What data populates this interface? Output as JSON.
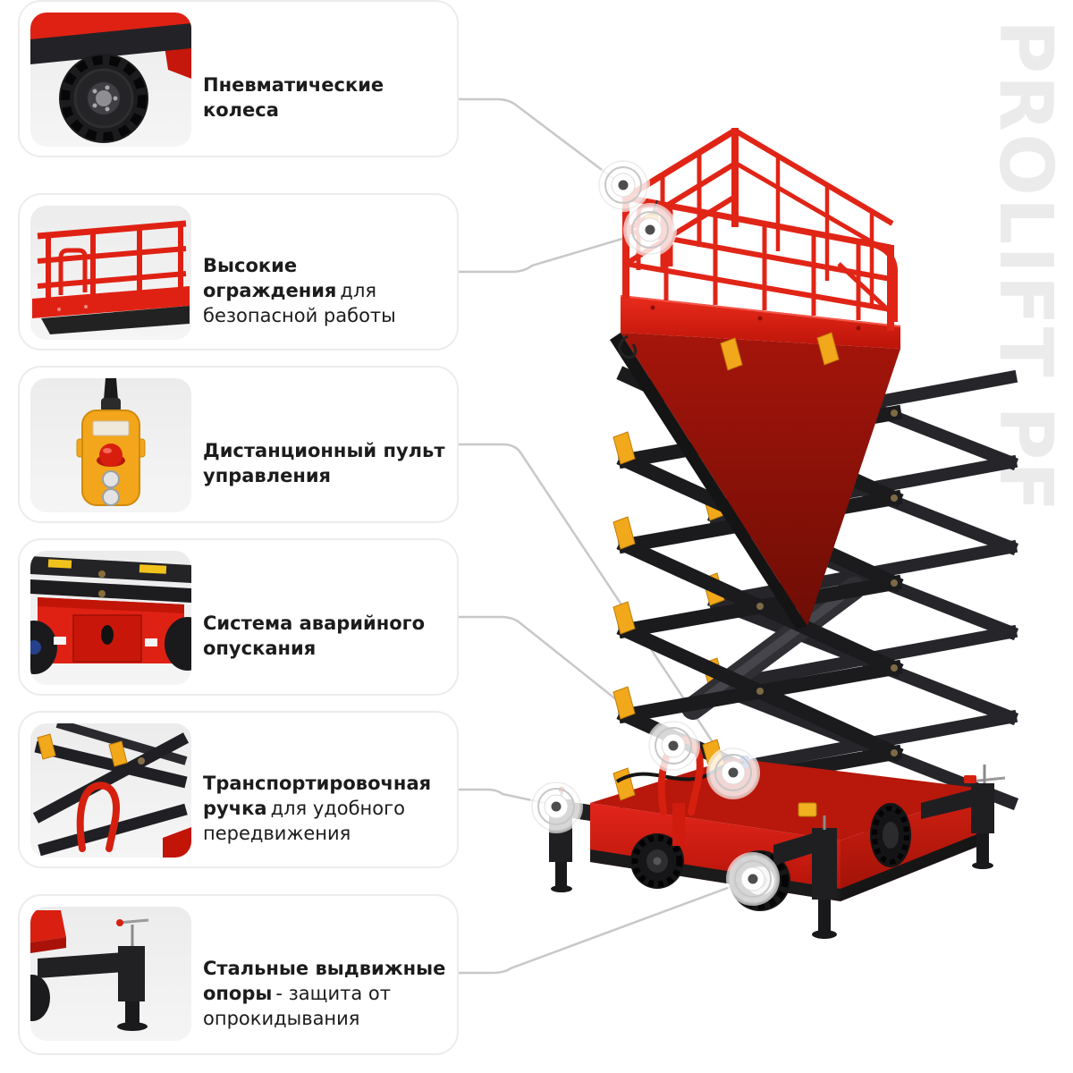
{
  "watermark": "PROLIFT PF",
  "palette": {
    "red": "#e2251b",
    "dark_red": "#a3130a",
    "black": "#1b1b1e",
    "yellow": "#f2a81b",
    "connector_gray": "#c8c8c8",
    "card_border": "#ececec",
    "text": "#1c1c1c",
    "watermark_gray": "#ebebeb"
  },
  "features": [
    {
      "id": "railings",
      "title": "Высокие ограждения",
      "subtitle": "для безопасной работы",
      "icon": "railings-thumb"
    },
    {
      "id": "remote",
      "title": "Дистанционный пульт управления",
      "subtitle": "",
      "icon": "remote-control-thumb"
    },
    {
      "id": "emergency",
      "title": "Система аварийного опускания",
      "subtitle": "",
      "icon": "emergency-lowering-thumb"
    },
    {
      "id": "handle",
      "title": "Транспортировочная ручка",
      "subtitle": "для удобного передвижения",
      "icon": "transport-handle-thumb"
    },
    {
      "id": "outriggers",
      "title": "Стальные выдвижные опоры",
      "subtitle": "- защита от опрокидывания",
      "icon": "outrigger-thumb"
    },
    {
      "id": "wheels",
      "title": "Пневматические колеса",
      "subtitle": "",
      "icon": "wheel-thumb"
    }
  ]
}
